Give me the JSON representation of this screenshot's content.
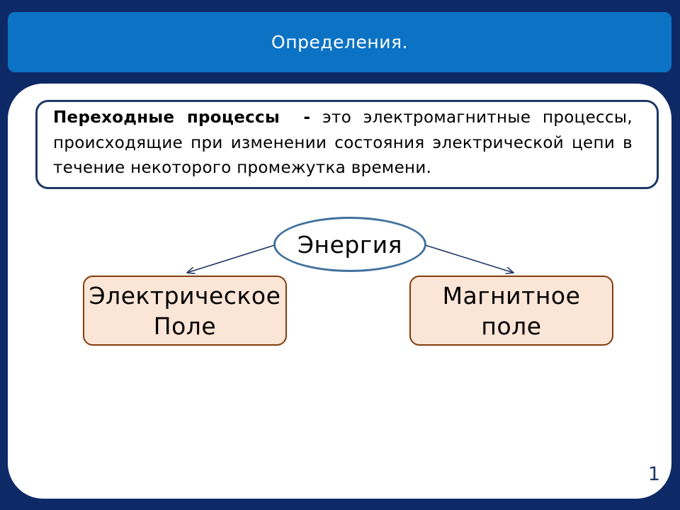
{
  "slide": {
    "title": "Определения.",
    "definition": {
      "term": "Переходные процессы",
      "dash": "-",
      "text": "это электромагнитные процессы, происходящие при изменении состояния электрической цепи в течение некоторого промежутка времени."
    },
    "diagram": {
      "root": "Энергия",
      "children": [
        {
          "label": "Электрическое\nПоле"
        },
        {
          "label": "Магнитное\nполе"
        }
      ]
    },
    "page_number": "1"
  },
  "colors": {
    "background": "#0e2a66",
    "title_bar": "#0b72c4",
    "definition_border": "#1f3864",
    "ellipse_border": "#41719c",
    "field_fill": "#fbe5d6",
    "field_border": "#843c0c"
  }
}
